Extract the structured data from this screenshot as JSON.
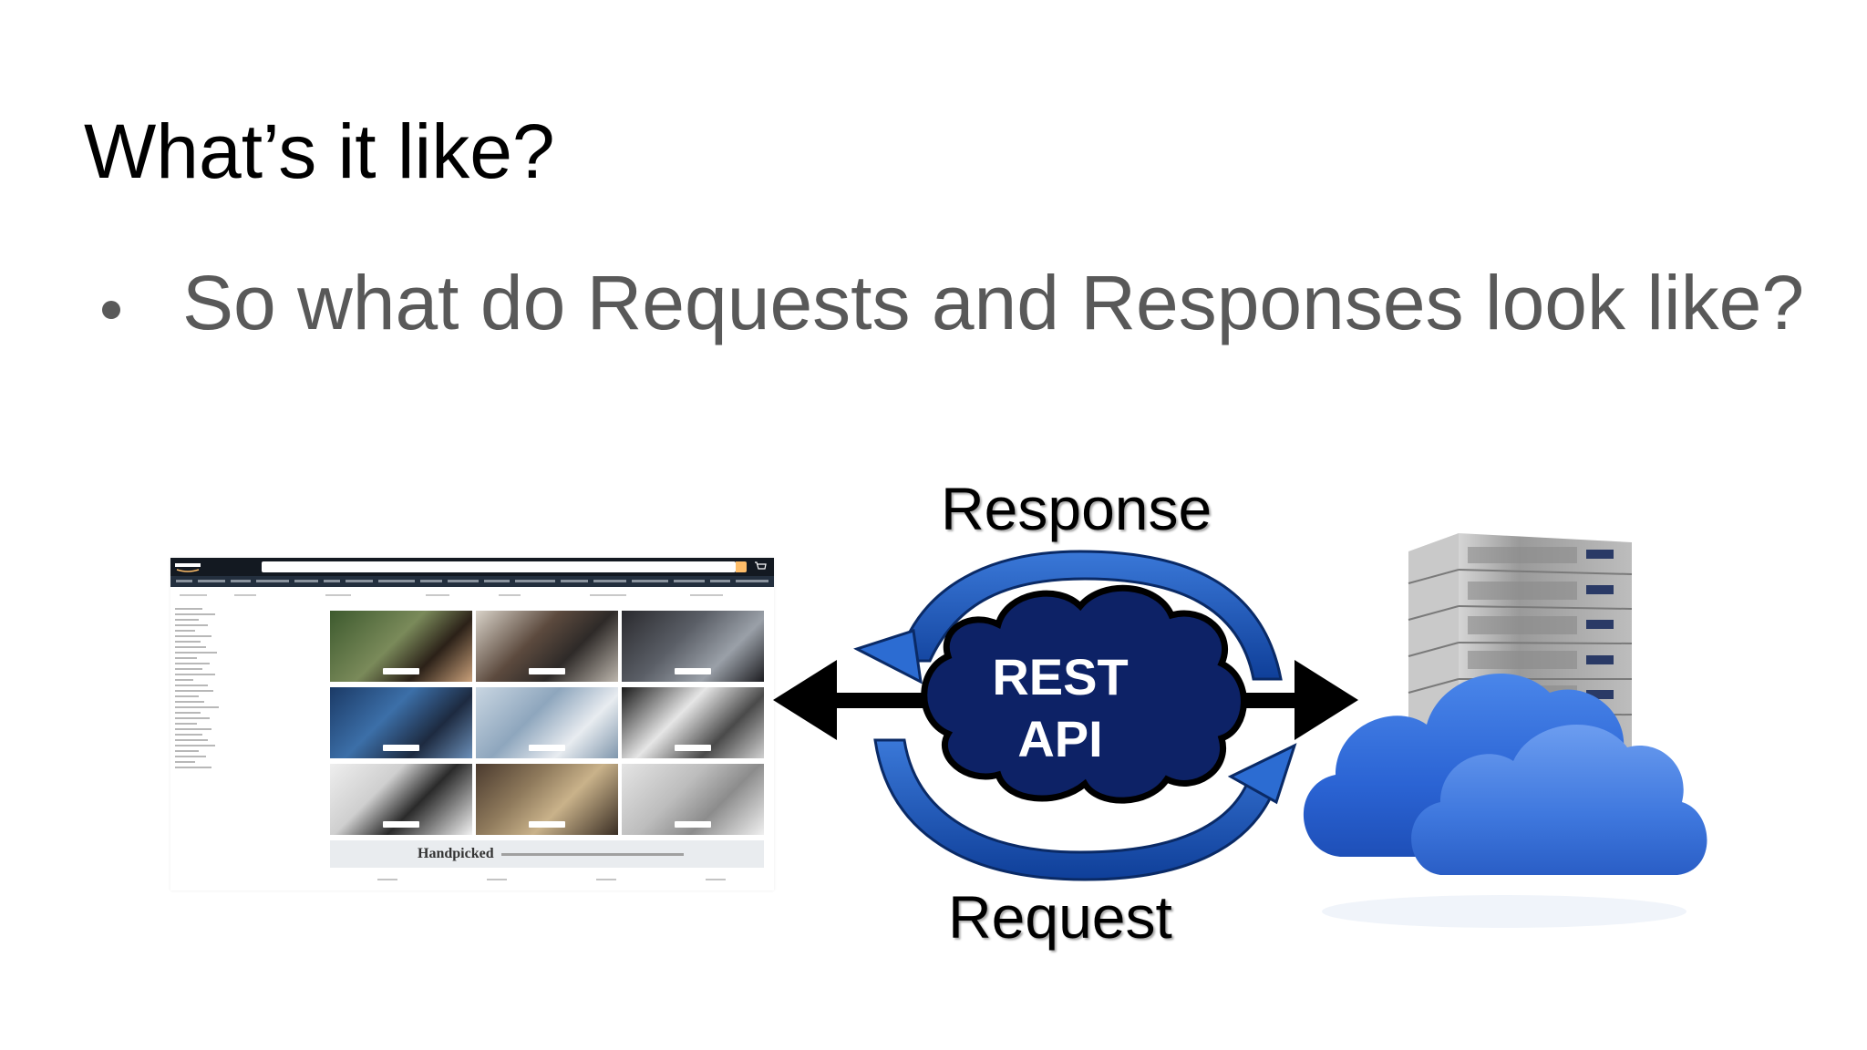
{
  "slide": {
    "title": "What’s it like?",
    "bullet": "So what do Requests and Responses look like?"
  },
  "diagram": {
    "response_label": "Response",
    "request_label": "Request",
    "center_label_line1": "REST",
    "center_label_line2": "API"
  },
  "website_screenshot": {
    "handpicked_label": "Handpicked"
  },
  "colors": {
    "title": "#000000",
    "bullet_text": "#595959",
    "cloud_dark": "#0d2266",
    "arrow_blue": "#1f5fbf",
    "cloud_blue": "#2f6fe0"
  }
}
